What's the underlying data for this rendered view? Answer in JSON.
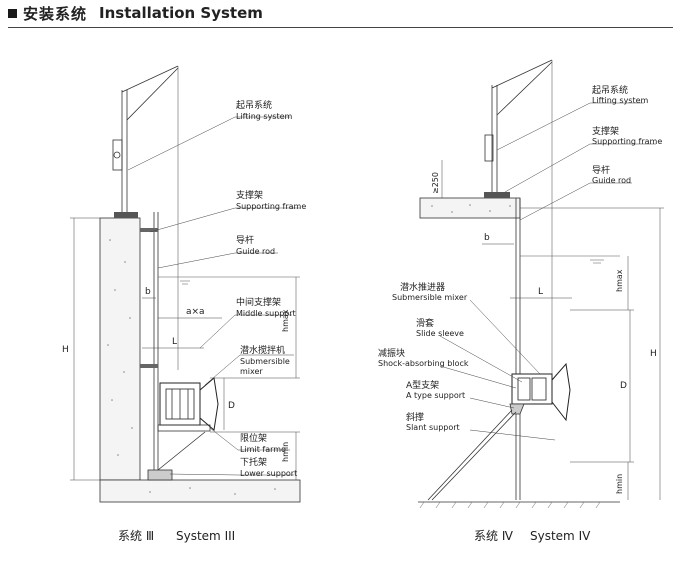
{
  "header": {
    "title_cn": "安装系统",
    "title_en": "Installation System"
  },
  "system3": {
    "caption_cn": "系统 Ⅲ",
    "caption_en": "System III",
    "labels": {
      "lifting_cn": "起吊系统",
      "lifting_en": "Lifting system",
      "support_cn": "支撑架",
      "support_en": "Supporting frame",
      "guide_cn": "导杆",
      "guide_en": "Guide rod",
      "middle_cn": "中间支撑架",
      "middle_en": "Middle support",
      "mixer_cn": "潜水搅拌机",
      "mixer_en1": "Submersible",
      "mixer_en2": "mixer",
      "limit_cn": "限位架",
      "limit_en": "Limit farme",
      "lower_cn": "下托架",
      "lower_en": "Lower support"
    },
    "dims": {
      "H": "H",
      "b": "b",
      "axa": "a×a",
      "L": "L",
      "D": "D",
      "hmax": "hmax",
      "hmin": "hmin"
    }
  },
  "system4": {
    "caption_cn": "系统 Ⅳ",
    "caption_en": "System IV",
    "labels": {
      "lifting_cn": "起吊系统",
      "lifting_en": "Lifting system",
      "support_cn": "支撑架",
      "support_en": "Supporting frame",
      "guide_cn": "导杆",
      "guide_en": "Guide rod",
      "pusher_cn": "潜水推进器",
      "pusher_en": "Submersible mixer",
      "sleeve_cn": "滑套",
      "sleeve_en": "Slide sleeve",
      "shock_cn": "减振块",
      "shock_en": "Shock-absorbing block",
      "atype_cn": "A型支架",
      "atype_en": "A type support",
      "slant_cn": "斜撑",
      "slant_en": "Slant support"
    },
    "dims": {
      "clear": "≥250",
      "b": "b",
      "L": "L",
      "H": "H",
      "D": "D",
      "hmax": "hmax",
      "hmin": "hmin"
    }
  }
}
